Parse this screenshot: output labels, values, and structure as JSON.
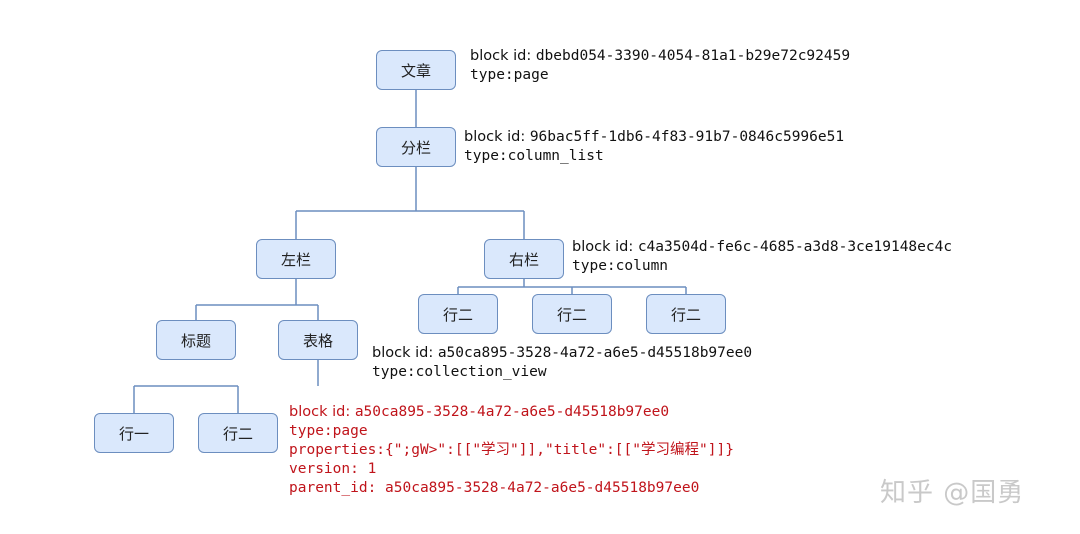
{
  "nodes": {
    "article": "文章",
    "columns": "分栏",
    "left_column": "左栏",
    "right_column": "右栏",
    "title": "标题",
    "table": "表格",
    "row_one": "行一",
    "row_two_left": "行二",
    "right_row_1": "行二",
    "right_row_2": "行二",
    "right_row_3": "行二"
  },
  "info": {
    "article": {
      "block_label": "block id: ",
      "block_id": "dbebd054-3390-4054-81a1-b29e72c92459",
      "type": "type:page"
    },
    "columns": {
      "block_label": "block id: ",
      "block_id": "96bac5ff-1db6-4f83-91b7-0846c5996e51",
      "type": "type:column_list"
    },
    "right_column": {
      "block_label": "block id: ",
      "block_id": "c4a3504d-fe6c-4685-a3d8-3ce19148ec4c",
      "type": "type:column"
    },
    "table": {
      "block_label": "block id: ",
      "block_id": "a50ca895-3528-4a72-a6e5-d45518b97ee0",
      "type": "type:collection_view"
    },
    "row_two": {
      "block_label": "block id: ",
      "block_id": "a50ca895-3528-4a72-a6e5-d45518b97ee0",
      "type": "type:page",
      "properties": "properties:{\";gW>\":[[\"学习\"]],\"title\":[[\"学习编程\"]]}",
      "version": "version: 1",
      "parent_id": "parent_id: a50ca895-3528-4a72-a6e5-d45518b97ee0"
    }
  },
  "colors": {
    "node_fill": "#dae8fc",
    "node_border": "#6c8ebf",
    "connector": "#6c8ebf",
    "highlight_text": "#c0141b"
  },
  "watermark": "知乎 @国勇"
}
